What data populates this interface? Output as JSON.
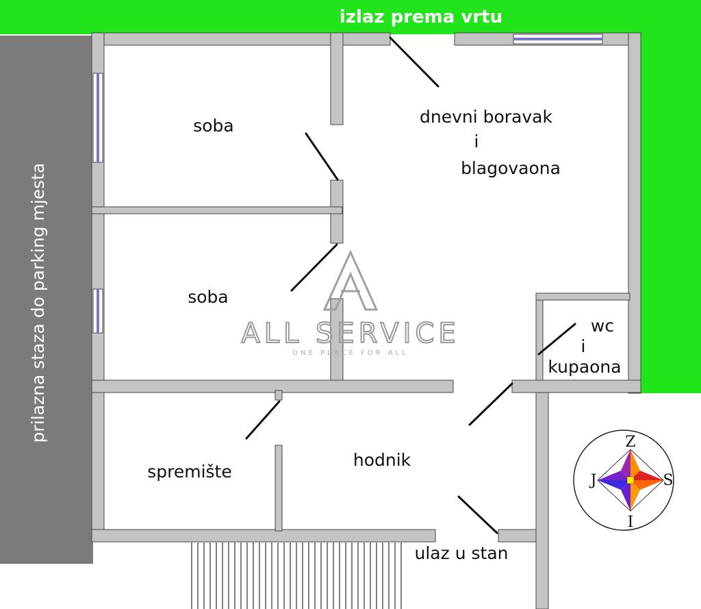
{
  "labels": {
    "garden_exit": "izlaz prema vrtu",
    "access_path": "prilazna staza do parking mjesta",
    "room_top_left": "soba",
    "room_mid_left": "soba",
    "living_line1": "dnevni boravak",
    "living_line2": "i",
    "living_line3": "blagovaona",
    "wc_line1": "wc",
    "wc_line2": "i",
    "wc_line3": "kupaona",
    "storage": "spremište",
    "hallway": "hodnik",
    "entrance": "ulaz u stan"
  },
  "compass": {
    "north": "Z",
    "south": "I",
    "west": "J",
    "east": "S"
  },
  "watermark": {
    "name": "ALL SERVICE",
    "tagline": "ONE PLACE FOR ALL"
  },
  "colors": {
    "garden": "#22e41a",
    "path": "#7b7b7b",
    "wall": "#c4c4c4",
    "wall_outline": "#444444",
    "window": "#7777cc"
  }
}
